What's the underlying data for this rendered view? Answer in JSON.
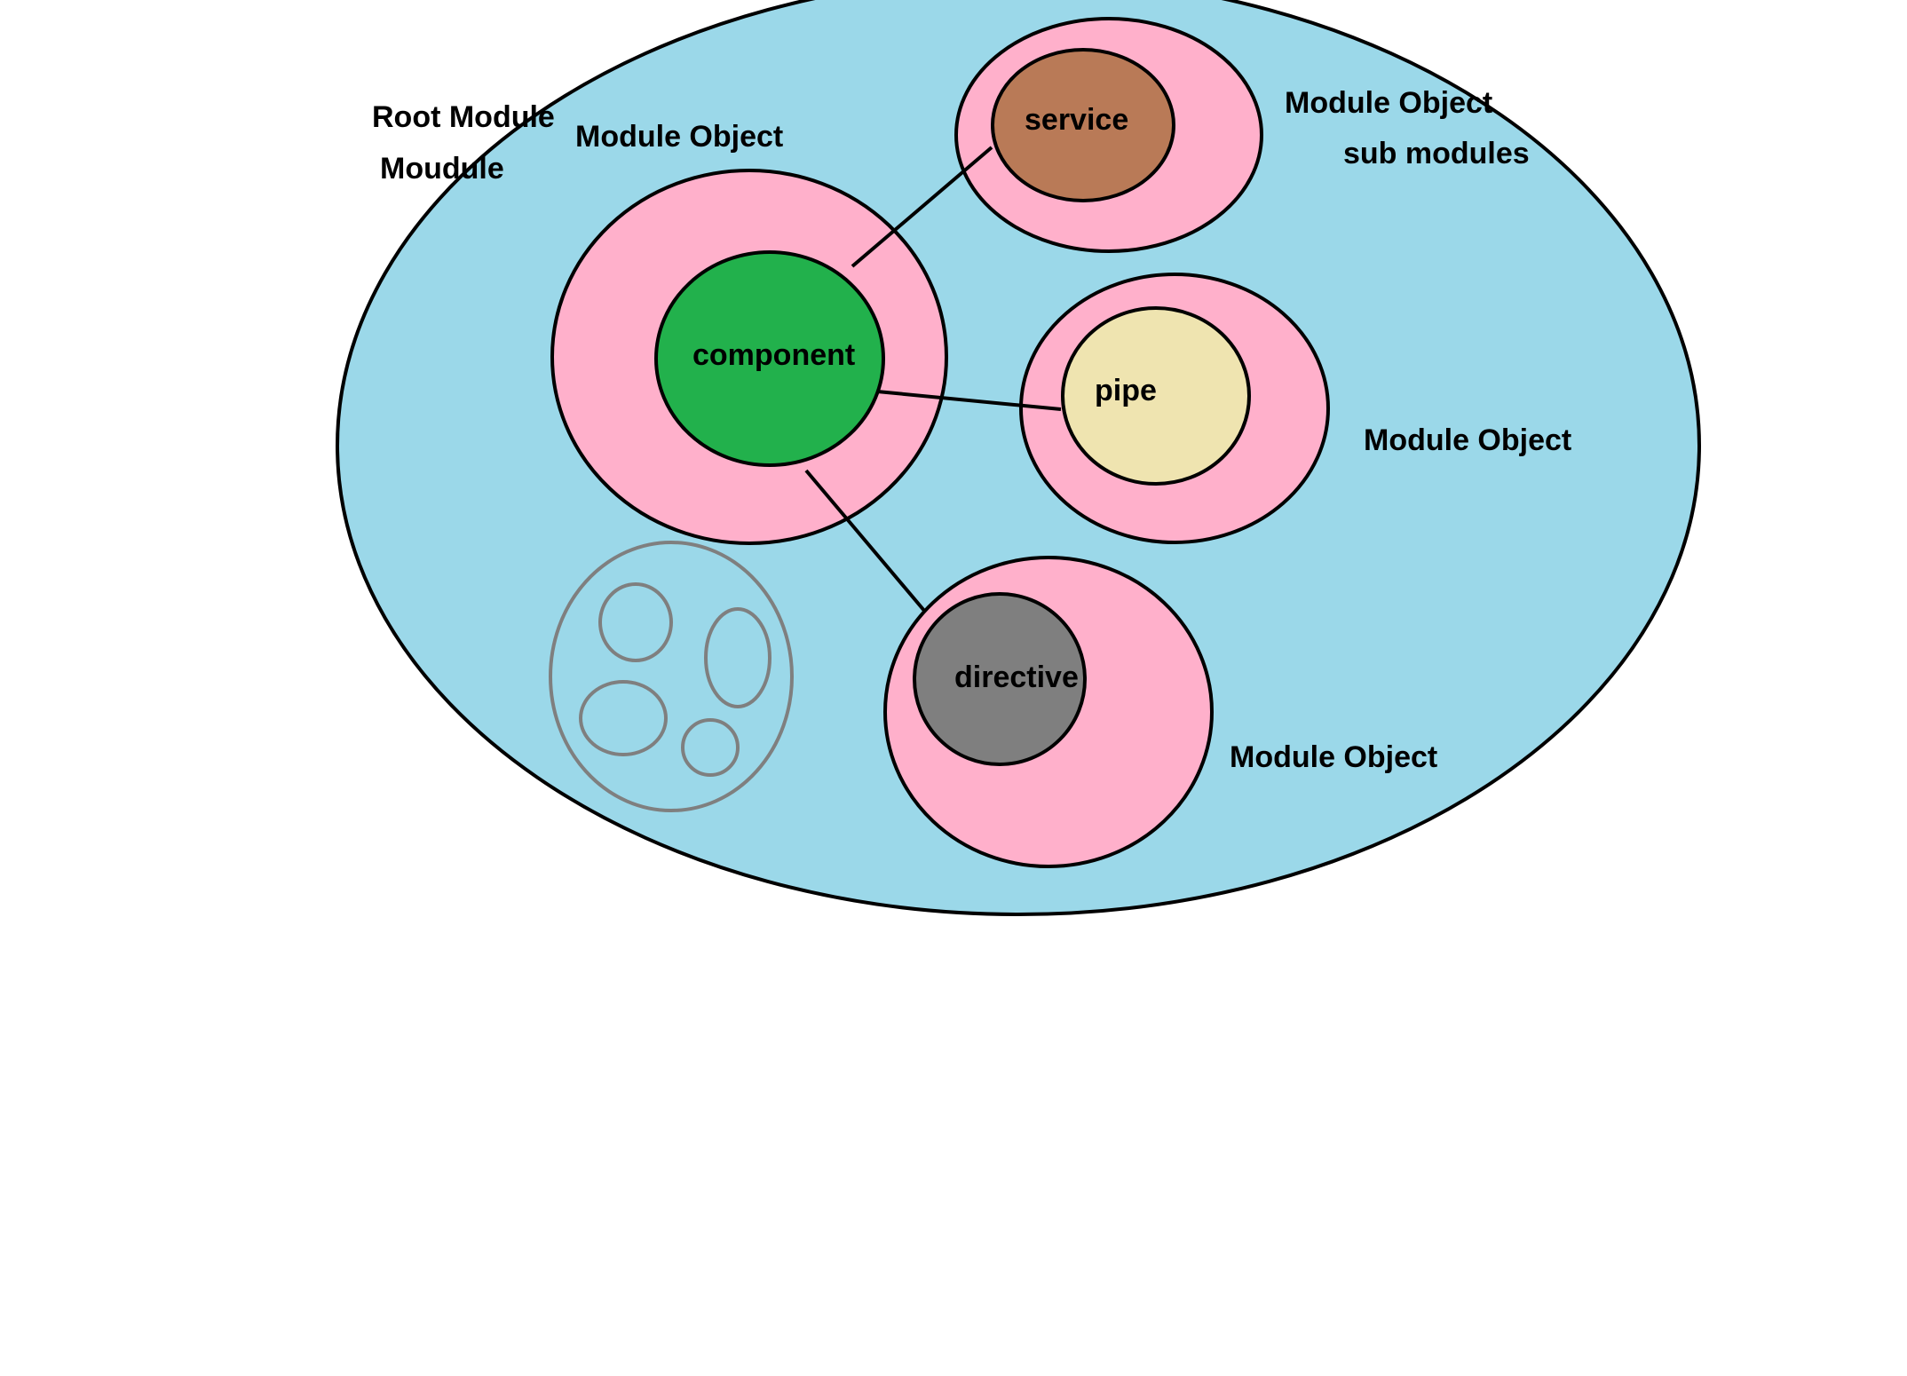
{
  "labels": {
    "root_module_line1": "Root Module",
    "root_module_line2": "Moudule",
    "module_object_main": "Module Object",
    "module_object_service": "Module Object",
    "sub_modules": "sub modules",
    "module_object_pipe": "Module Object",
    "module_object_directive": "Module Object"
  },
  "nodes": {
    "component": "component",
    "service": "service",
    "pipe": "pipe",
    "directive": "directive"
  },
  "colors": {
    "background": "#ffffff",
    "root_module": "#9BD8E9",
    "module_object": "#FFB0CB",
    "component": "#22B14C",
    "service": "#B97A57",
    "pipe": "#EFE4B0",
    "directive": "#7F7F7F",
    "outline": "#000000",
    "faded_outline": "#7F7F7F"
  }
}
